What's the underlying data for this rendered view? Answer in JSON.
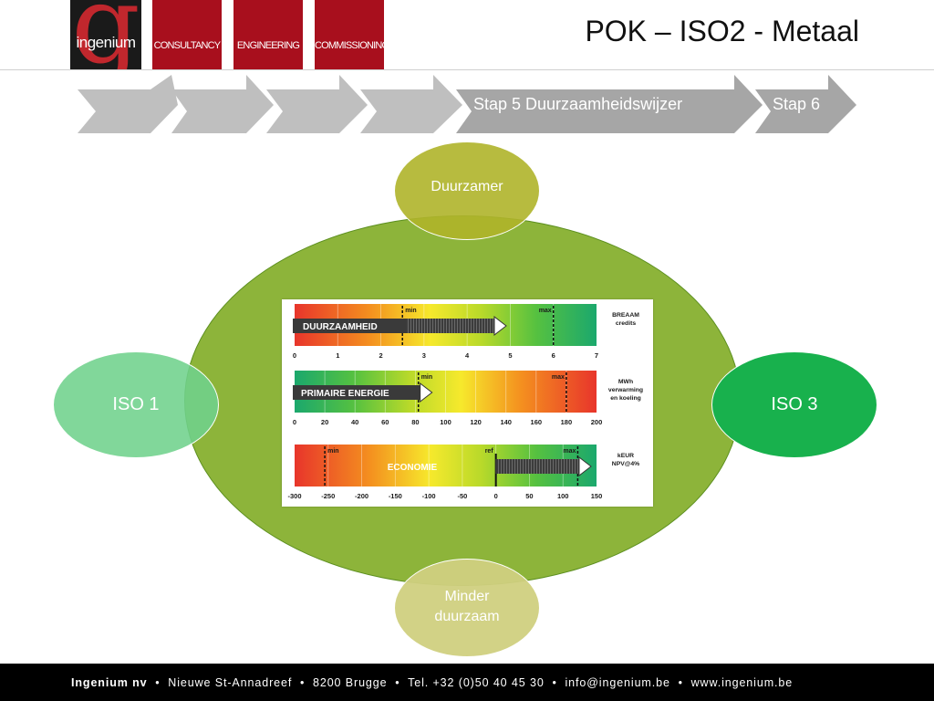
{
  "header": {
    "logo": {
      "word": "ingenium",
      "letter": "g"
    },
    "services": [
      "CONSULTANCY",
      "ENGINEERING",
      "COMMISSIONING"
    ],
    "title": "POK – ISO2 - Metaal"
  },
  "steps": {
    "items": [
      "",
      "",
      "",
      "",
      "Stap 5 Duurzaamheidswijzer",
      "Stap 6"
    ],
    "colors": {
      "inactive": "#bfbfbf",
      "active": "#a6a6a6"
    }
  },
  "diagram": {
    "top": "Duurzamer",
    "bottom_line1": "Minder",
    "bottom_line2": "duurzaam",
    "left": "ISO 1",
    "right": "ISO 3",
    "colors": {
      "ellipse": "#8db43a",
      "top": "#afb42a",
      "bottom": "#d0d080",
      "left": "#70d28c",
      "right": "#18b14d"
    }
  },
  "gauges": [
    {
      "label": "DUURZAAMHEID",
      "ticks": [
        "0",
        "1",
        "2",
        "3",
        "4",
        "5",
        "6",
        "7"
      ],
      "min_text": "min",
      "max_text": "max",
      "unit_line1": "BREAAM",
      "unit_line2": "credits",
      "range": [
        0,
        7
      ],
      "min": 2.5,
      "max": 6,
      "arrow_end": 4.8,
      "scale": "red-to-green"
    },
    {
      "label": "PRIMAIRE  ENERGIE",
      "ticks": [
        "0",
        "20",
        "40",
        "60",
        "80",
        "100",
        "120",
        "140",
        "160",
        "180",
        "200"
      ],
      "min_text": "min",
      "max_text": "max",
      "unit_line1": "MWh",
      "unit_line2": "verwarming",
      "unit_line3": "en koeling",
      "range": [
        0,
        200
      ],
      "min": 82,
      "max": 180,
      "arrow_end": 88,
      "scale": "green-to-red"
    },
    {
      "label": "ECONOMIE",
      "ticks": [
        "-300",
        "-250",
        "-200",
        "-150",
        "-100",
        "-50",
        "0",
        "50",
        "100",
        "150"
      ],
      "min_text": "min",
      "ref_text": "ref",
      "max_text": "max",
      "unit_line1": "kEUR",
      "unit_line2": "NPV@4%",
      "range": [
        -300,
        150
      ],
      "min": -255,
      "ref": 0,
      "max": 122,
      "arrow_start": 0,
      "arrow_end": 135,
      "scale": "red-to-green"
    }
  ],
  "footer": {
    "company": "Ingenium nv",
    "address": "Nieuwe St-Annadreef",
    "city": "8200 Brugge",
    "phone": "Tel. +32 (0)50 40 45 30",
    "email": "info@ingenium.be",
    "web": "www.ingenium.be",
    "separator": "•"
  }
}
